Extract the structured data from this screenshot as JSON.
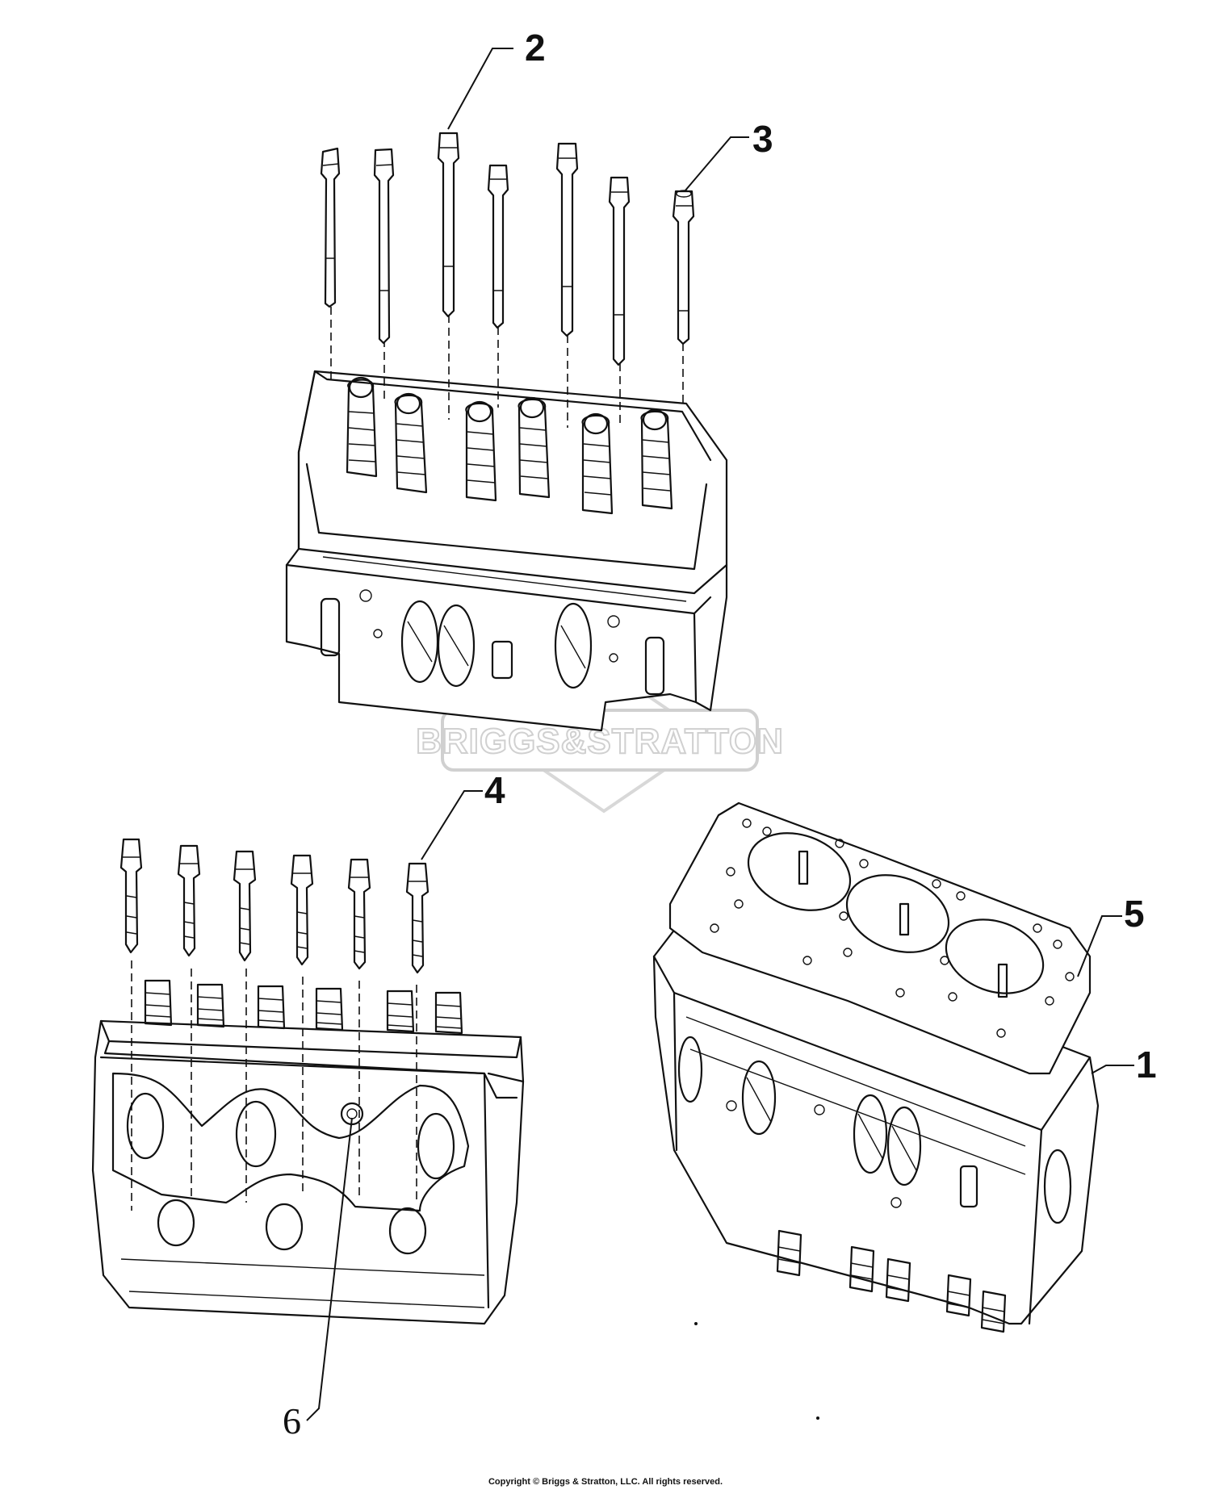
{
  "watermark": {
    "brand": "BRIGGS&STRATTON"
  },
  "callouts": [
    {
      "id": "1",
      "label": "1"
    },
    {
      "id": "2",
      "label": "2"
    },
    {
      "id": "3",
      "label": "3"
    },
    {
      "id": "4",
      "label": "4"
    },
    {
      "id": "5",
      "label": "5"
    },
    {
      "id": "6",
      "label": "6"
    }
  ],
  "footer": {
    "copyright": "Copyright © Briggs & Stratton, LLC. All rights reserved."
  },
  "colors": {
    "line": "#111111",
    "watermark": "#d0d0d0",
    "background": "#ffffff"
  }
}
